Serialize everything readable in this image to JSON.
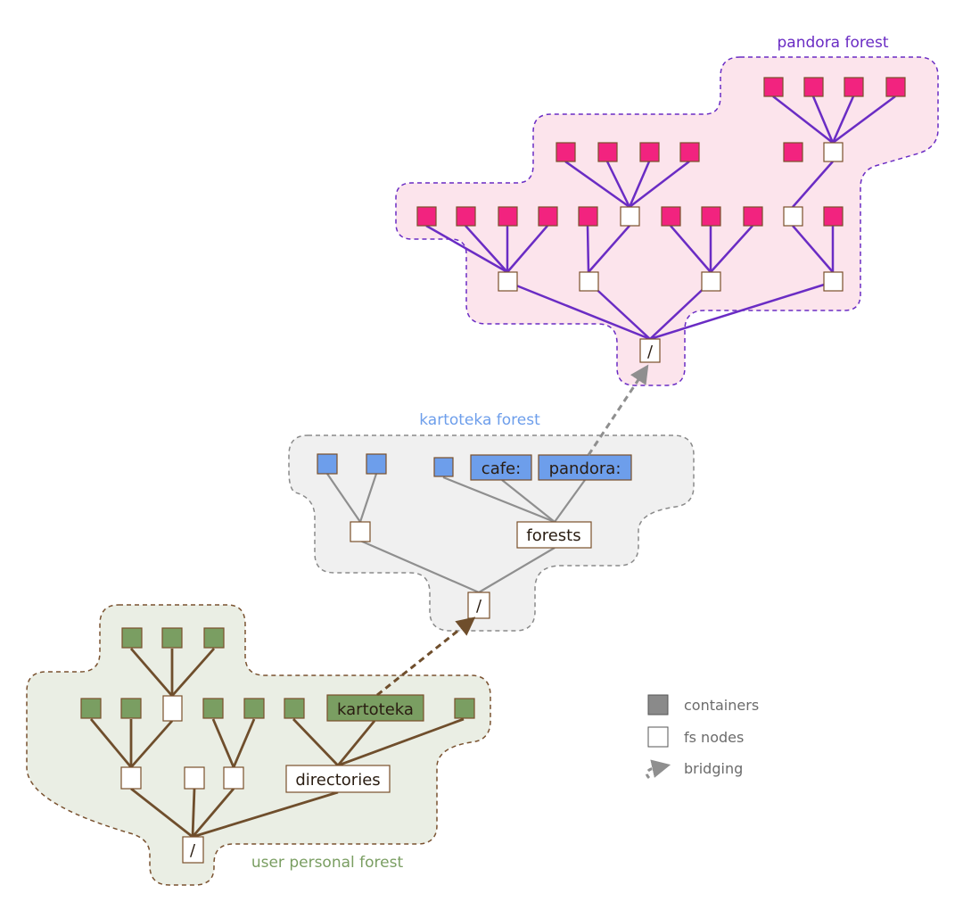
{
  "colors": {
    "pandora_fill": "#fce4ec",
    "pandora_border": "#6a2cc4",
    "pandora_edge": "#6a2cc4",
    "pandora_container": "#f2237f",
    "kartoteka_fill": "#f0f0f0",
    "kartoteka_border": "#8a8a8a",
    "kartoteka_edge": "#8f8f8f",
    "kartoteka_container": "#6d9eeb",
    "user_fill": "#eaeee4",
    "user_border": "#7a5230",
    "user_edge": "#6f4e2c",
    "user_container": "#7a9e62",
    "node_stroke": "#7a4f2a",
    "fs_node_fill": "#ffffff"
  },
  "forests": {
    "pandora": {
      "title": "pandora forest",
      "title_color": "#6a2cc4"
    },
    "kartoteka": {
      "title": "kartoteka forest",
      "title_color": "#6d9eeb"
    },
    "user": {
      "title": "user  personal forest",
      "title_color": "#7a9e62"
    }
  },
  "labels": {
    "pandora_root": "/",
    "kartoteka_root": "/",
    "forests_dir": "forests",
    "cafe": "cafe:",
    "pandora_mount": "pandora:",
    "user_root": "/",
    "directories": "directories",
    "kartoteka_mount": "kartoteka"
  },
  "legend": {
    "containers": "containers",
    "fs_nodes": "fs nodes",
    "bridging": "bridging"
  }
}
